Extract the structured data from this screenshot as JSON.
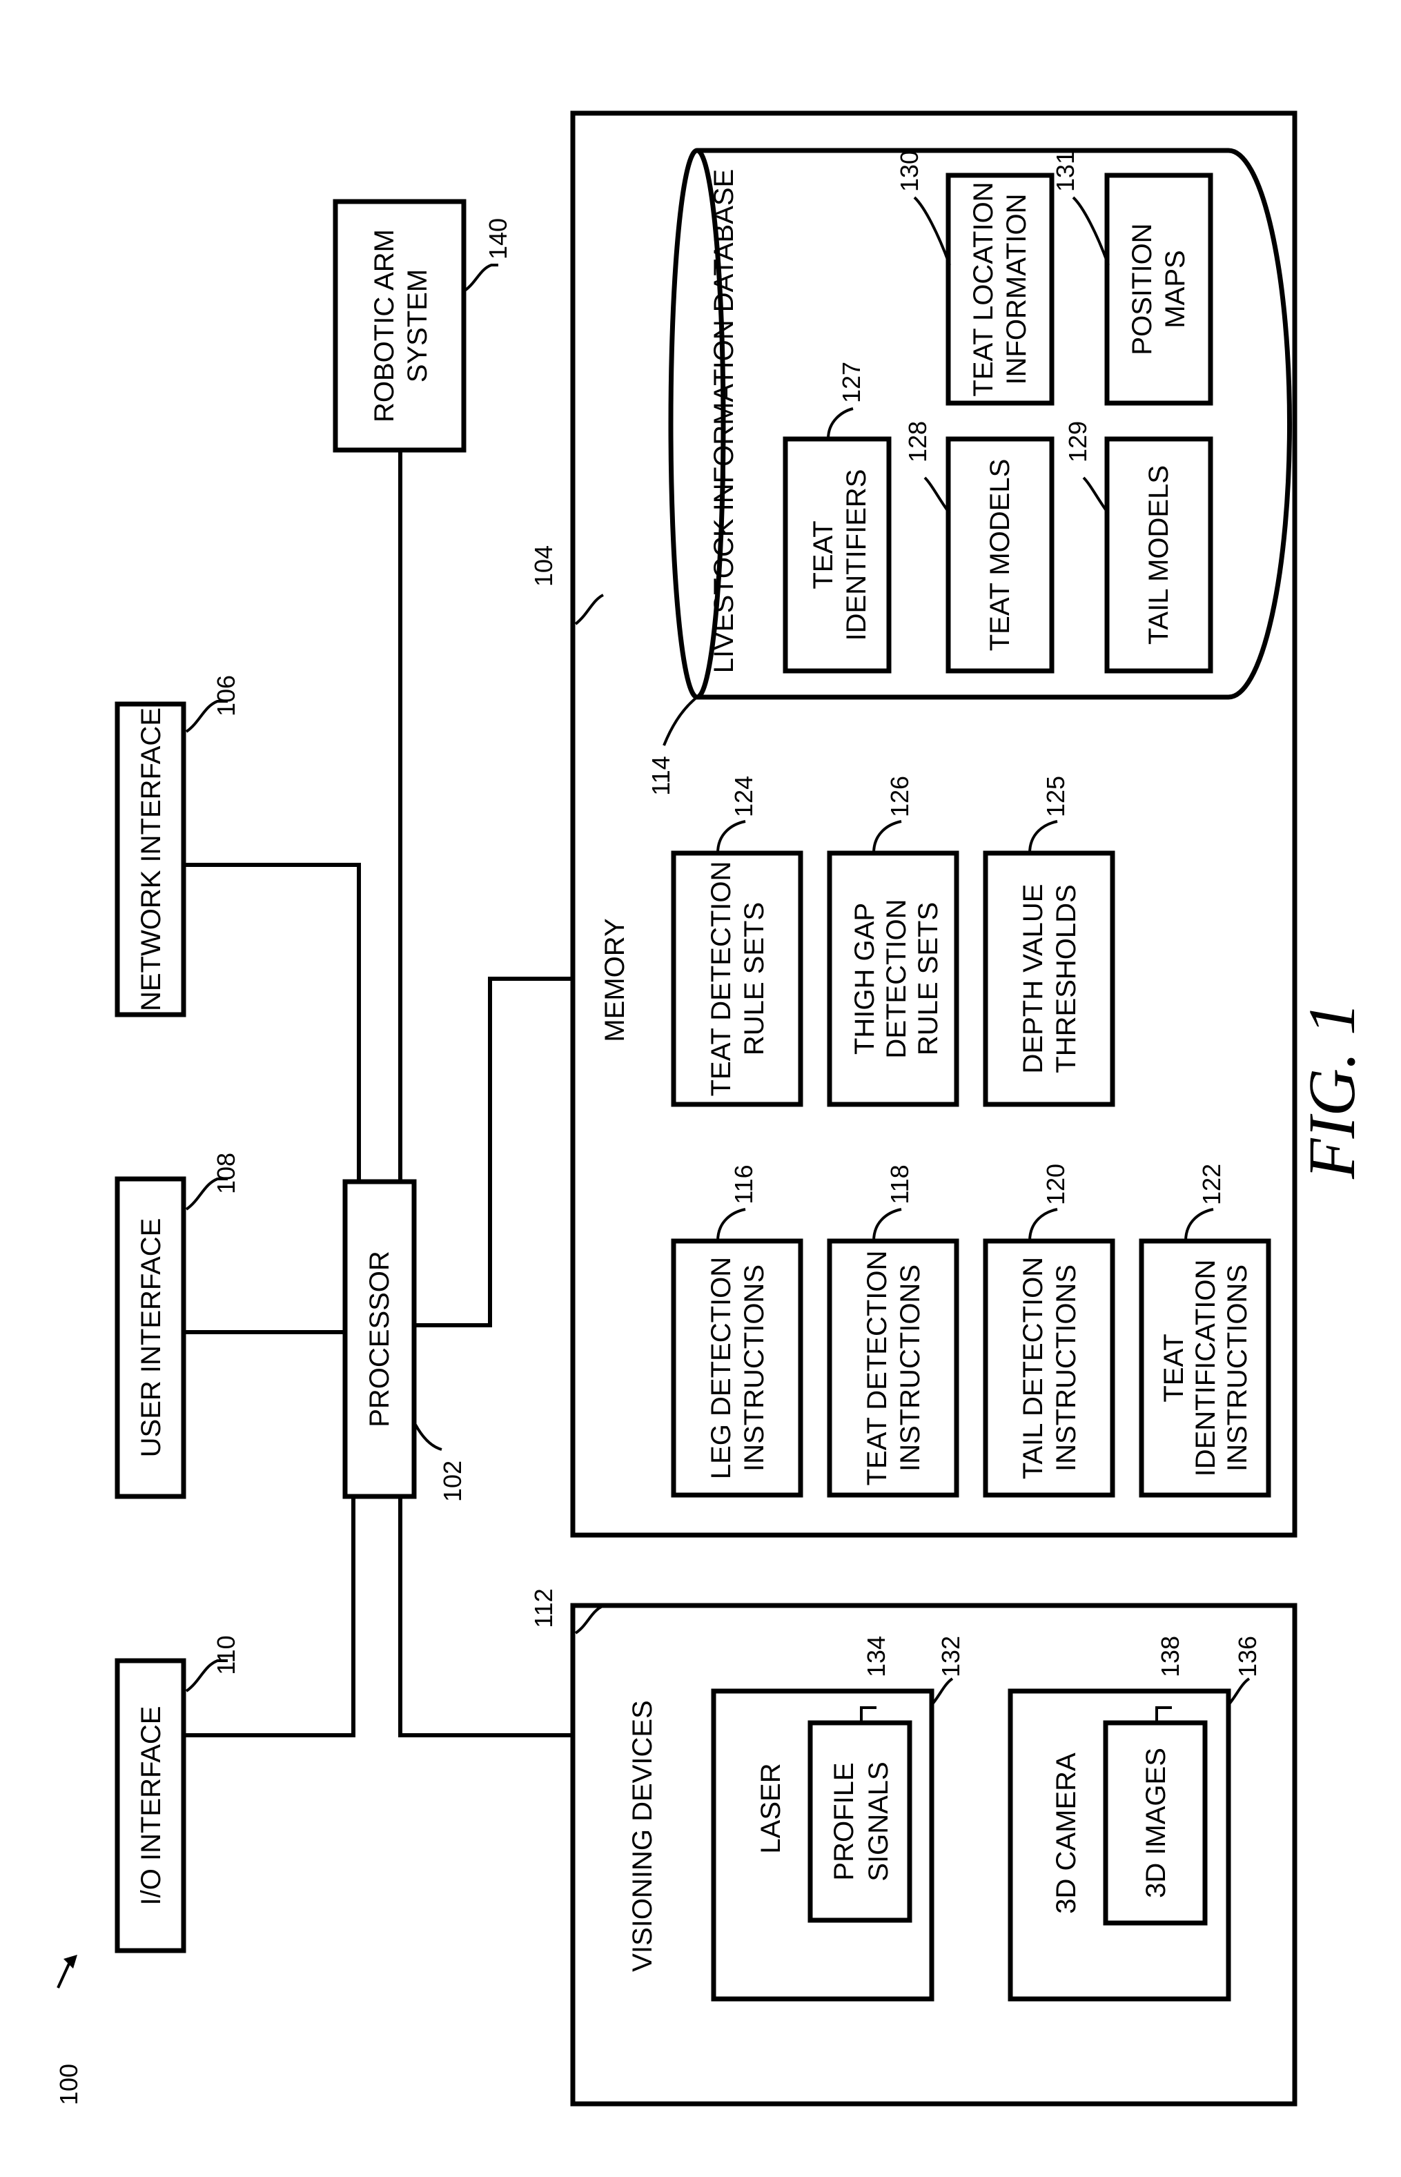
{
  "figure_label": "FIG. 1",
  "system_ref": "100",
  "blocks": {
    "io_interface": {
      "label": "I/O INTERFACE",
      "ref": "110"
    },
    "user_interface": {
      "label": "USER INTERFACE",
      "ref": "108"
    },
    "network_interface": {
      "label": "NETWORK INTERFACE",
      "ref": "106"
    },
    "processor": {
      "label": "PROCESSOR",
      "ref": "102"
    },
    "robotic_arm": {
      "line1": "ROBOTIC ARM",
      "line2": "SYSTEM",
      "ref": "140"
    },
    "visioning": {
      "label": "VISIONING DEVICES",
      "ref": "112"
    },
    "laser": {
      "label": "LASER",
      "ref": "132"
    },
    "profile_signals": {
      "line1": "PROFILE",
      "line2": "SIGNALS",
      "ref": "134"
    },
    "camera": {
      "label": "3D CAMERA",
      "ref": "136"
    },
    "images": {
      "label": "3D IMAGES",
      "ref": "138"
    },
    "memory": {
      "label": "MEMORY",
      "ref": "104"
    },
    "leg_detection": {
      "line1": "LEG DETECTION",
      "line2": "INSTRUCTIONS",
      "ref": "116"
    },
    "teat_detection_instr": {
      "line1": "TEAT DETECTION",
      "line2": "INSTRUCTIONS",
      "ref": "118"
    },
    "tail_detection": {
      "line1": "TAIL DETECTION",
      "line2": "INSTRUCTIONS",
      "ref": "120"
    },
    "teat_identification": {
      "line1": "TEAT",
      "line2": "IDENTIFICATION",
      "line3": "INSTRUCTIONS",
      "ref": "122"
    },
    "teat_rules": {
      "line1": "TEAT DETECTION",
      "line2": "RULE SETS",
      "ref": "124"
    },
    "thigh_gap": {
      "line1": "THIGH GAP",
      "line2": "DETECTION",
      "line3": "RULE SETS",
      "ref": "126"
    },
    "depth_thresholds": {
      "line1": "DEPTH VALUE",
      "line2": "THRESHOLDS",
      "ref": "125"
    },
    "database": {
      "label": "LIVESTOCK INFORMATION DATABASE",
      "ref": "114"
    },
    "teat_identifiers": {
      "line1": "TEAT",
      "line2": "IDENTIFIERS",
      "ref": "127"
    },
    "teat_models": {
      "label": "TEAT MODELS",
      "ref": "128"
    },
    "tail_models": {
      "label": "TAIL MODELS",
      "ref": "129"
    },
    "teat_location": {
      "line1": "TEAT LOCATION",
      "line2": "INFORMATION",
      "ref": "130"
    },
    "position_maps": {
      "line1": "POSITION",
      "line2": "MAPS",
      "ref": "131"
    }
  }
}
